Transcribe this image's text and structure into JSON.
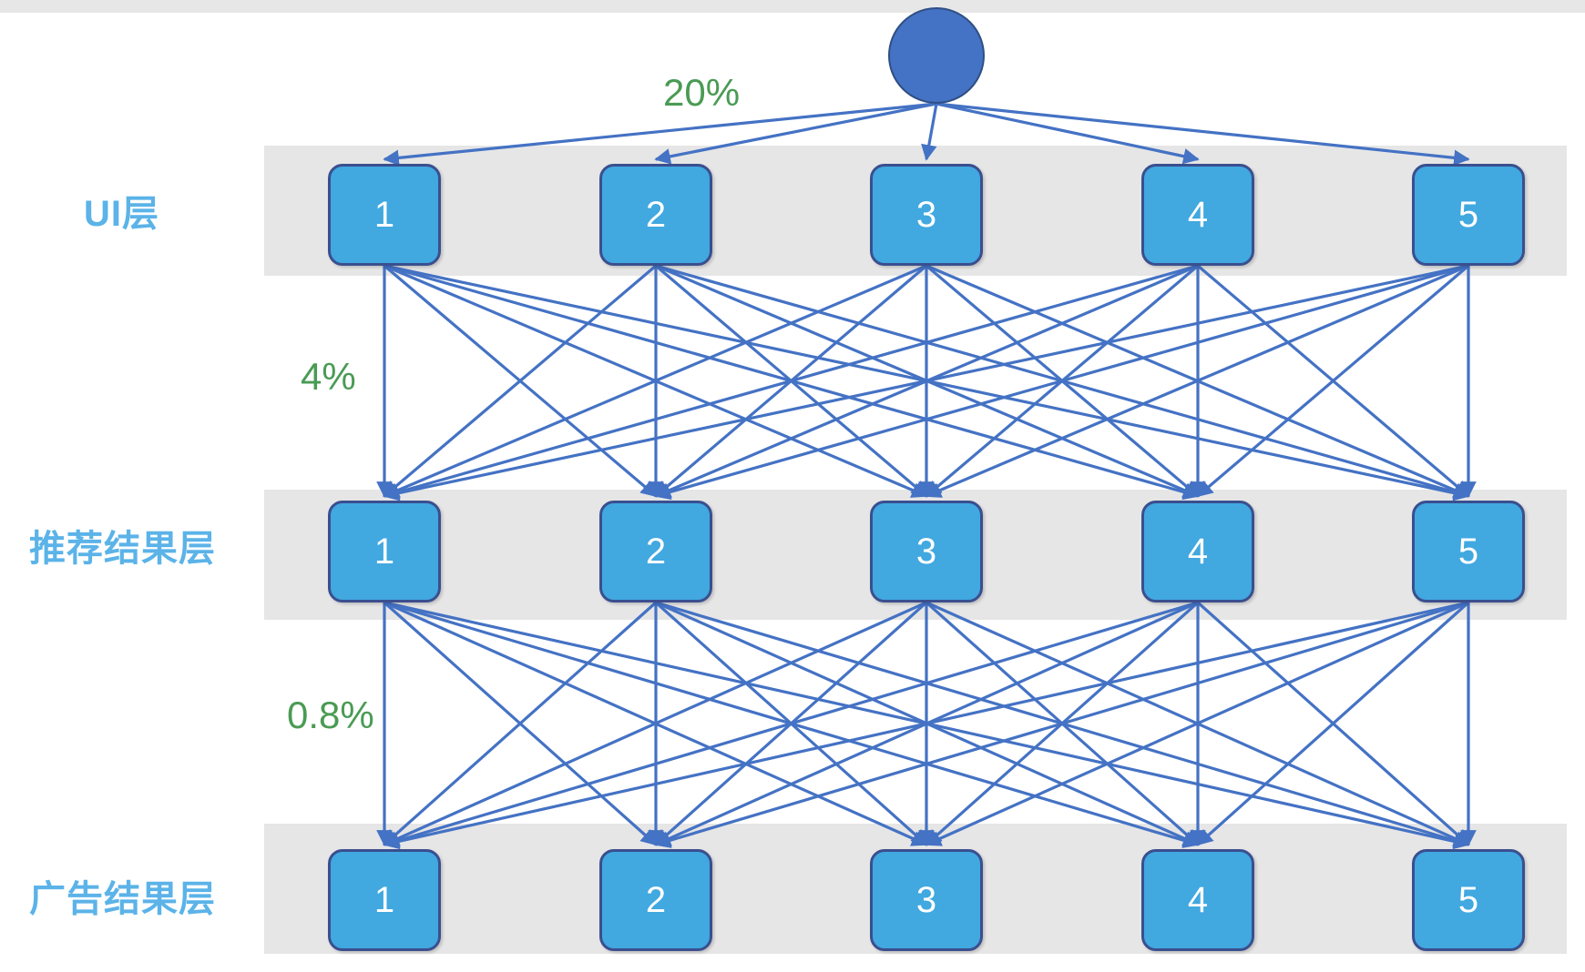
{
  "diagram": {
    "title": "",
    "colors": {
      "band": "#e6e6e6",
      "node_fill": "#41a8e0",
      "node_border": "#3a4f8f",
      "root_fill": "#4472c4",
      "edge": "#4472c4",
      "layer_label": "#5bb3e8",
      "percent_label": "#4a9b54",
      "background": "#ffffff"
    },
    "root": {
      "name": "root-node",
      "shape": "circle",
      "label": ""
    },
    "layers": [
      {
        "id": "ui",
        "label": "UI层",
        "nodes": [
          "1",
          "2",
          "3",
          "4",
          "5"
        ]
      },
      {
        "id": "rec",
        "label": "推荐结果层",
        "nodes": [
          "1",
          "2",
          "3",
          "4",
          "5"
        ]
      },
      {
        "id": "ad",
        "label": "广告结果层",
        "nodes": [
          "1",
          "2",
          "3",
          "4",
          "5"
        ]
      }
    ],
    "percent_labels": [
      {
        "id": "root-to-ui",
        "value": "20%"
      },
      {
        "id": "ui-to-rec",
        "value": "4%"
      },
      {
        "id": "rec-to-ad",
        "value": "0.8%"
      }
    ]
  }
}
